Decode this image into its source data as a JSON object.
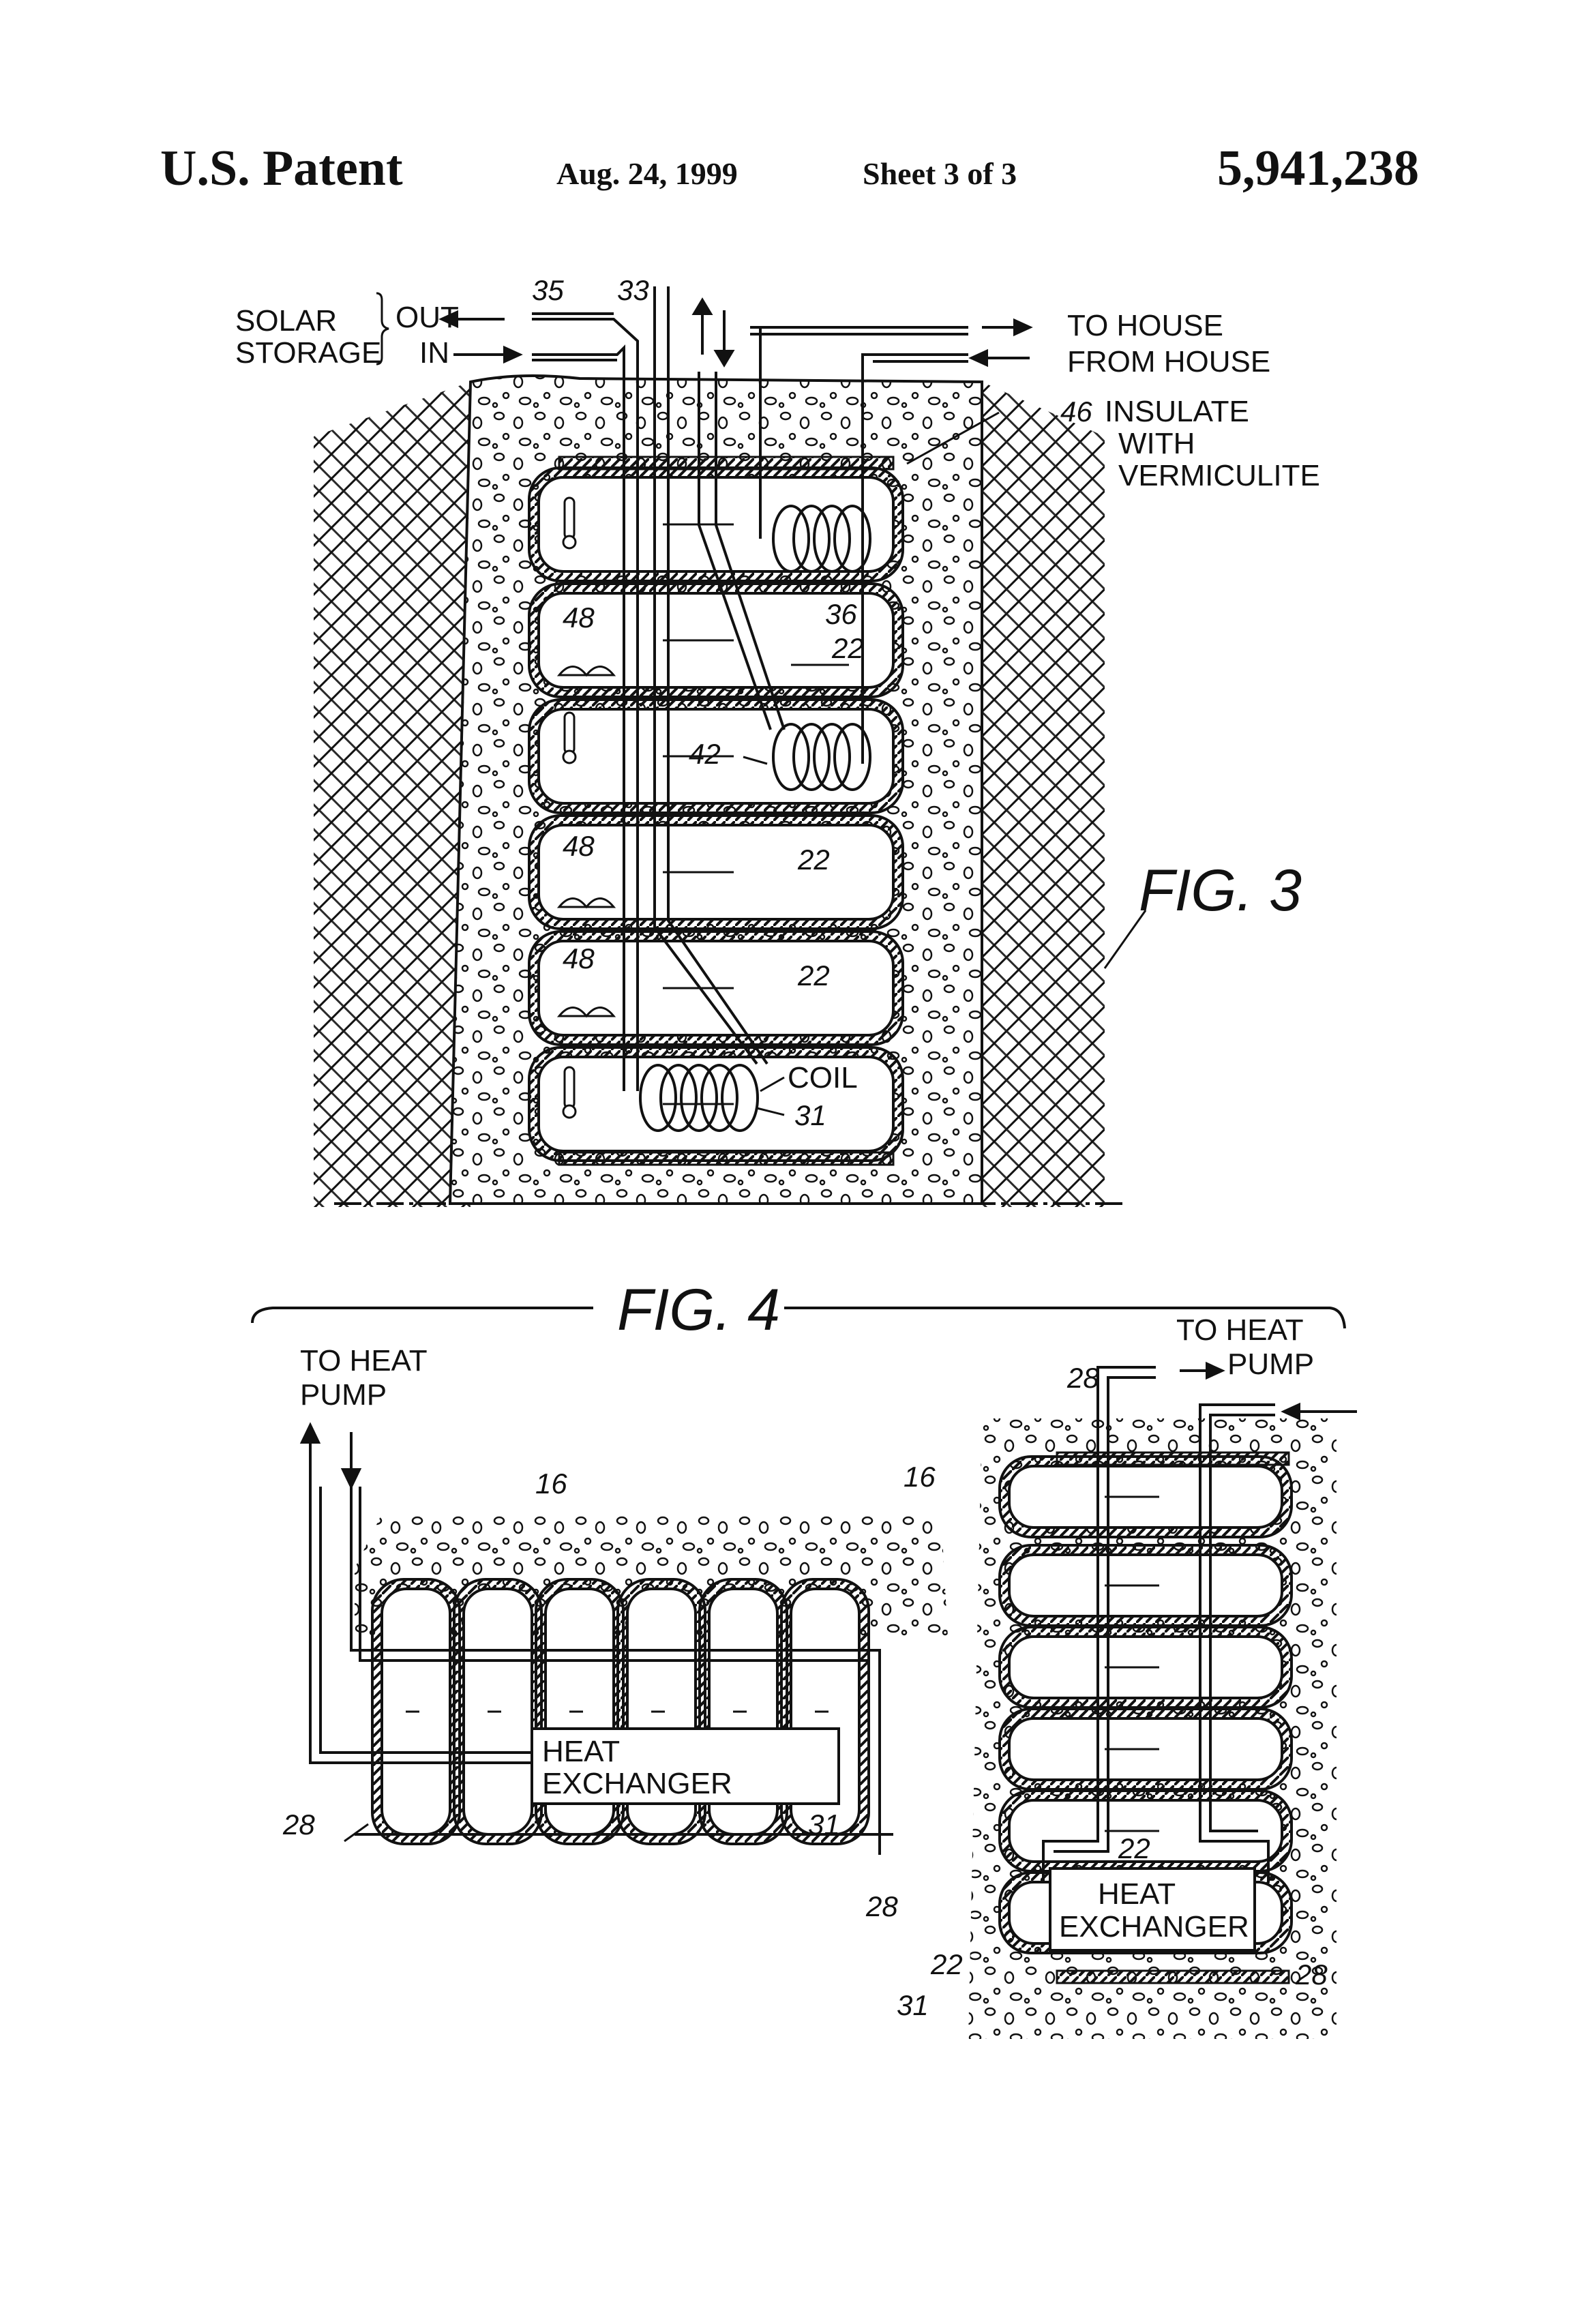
{
  "header": {
    "left": "U.S. Patent",
    "date": "Aug. 24, 1999",
    "sheet": "Sheet 3 of 3",
    "number": "5,941,238"
  },
  "fig3": {
    "title": "FIG. 3",
    "solar_1": "SOLAR",
    "solar_2": "STORAGE",
    "out": "OUT",
    "in": "IN",
    "to_house": "TO HOUSE",
    "from_house": "FROM HOUSE",
    "insulate_1": "INSULATE",
    "insulate_2": "WITH",
    "insulate_3": "VERMICULITE",
    "coil": "COIL",
    "refs": {
      "r35": "35",
      "r33": "33",
      "r46": "46",
      "r36": "36",
      "r42": "42",
      "r31": "31",
      "r48": "48",
      "r22": "22"
    }
  },
  "fig4": {
    "title": "FIG. 4",
    "to_heat_pump_1": "TO HEAT",
    "to_heat_pump_2": "PUMP",
    "he_1": "HEAT",
    "he_2": "EXCHANGER",
    "refs": {
      "r16": "16",
      "r28": "28",
      "r31": "31",
      "r22": "22"
    }
  },
  "icons": [
    "thermometer-icon",
    "coil-icon",
    "arrow-up-icon",
    "arrow-down-icon",
    "arrow-right-icon"
  ]
}
